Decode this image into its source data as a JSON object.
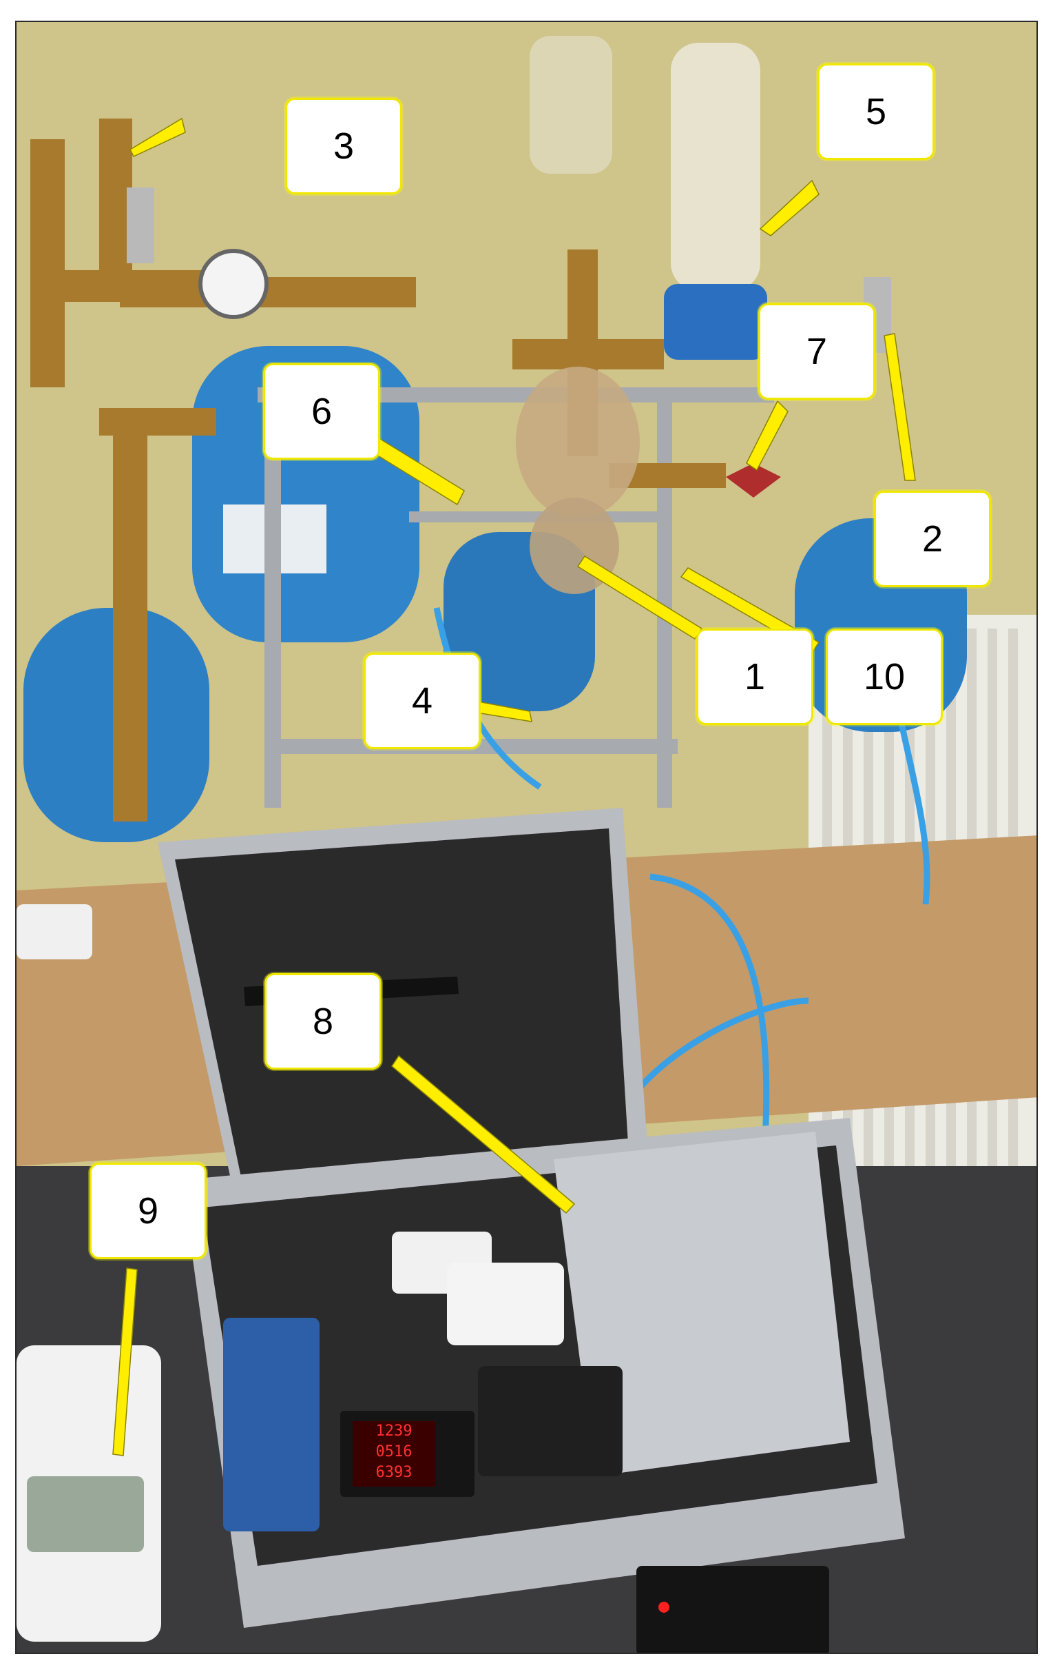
{
  "callouts": {
    "c1": "1",
    "c2": "2",
    "c3": "3",
    "c4": "4",
    "c5": "5",
    "c6": "6",
    "c7": "7",
    "c8": "8",
    "c9": "9",
    "c10": "10"
  },
  "meter_readout": [
    "1239",
    "0516",
    "6393"
  ],
  "colors": {
    "callout_border": "#f0e800",
    "wall": "#cfc489",
    "vessel_blue": "#2d7fc4",
    "brass": "#a77a2e",
    "case_aluminum": "#b9bcc1",
    "foam": "#2a2a2a",
    "tubing_blue": "#3aa0e6",
    "meter_red": "#ff3030"
  }
}
